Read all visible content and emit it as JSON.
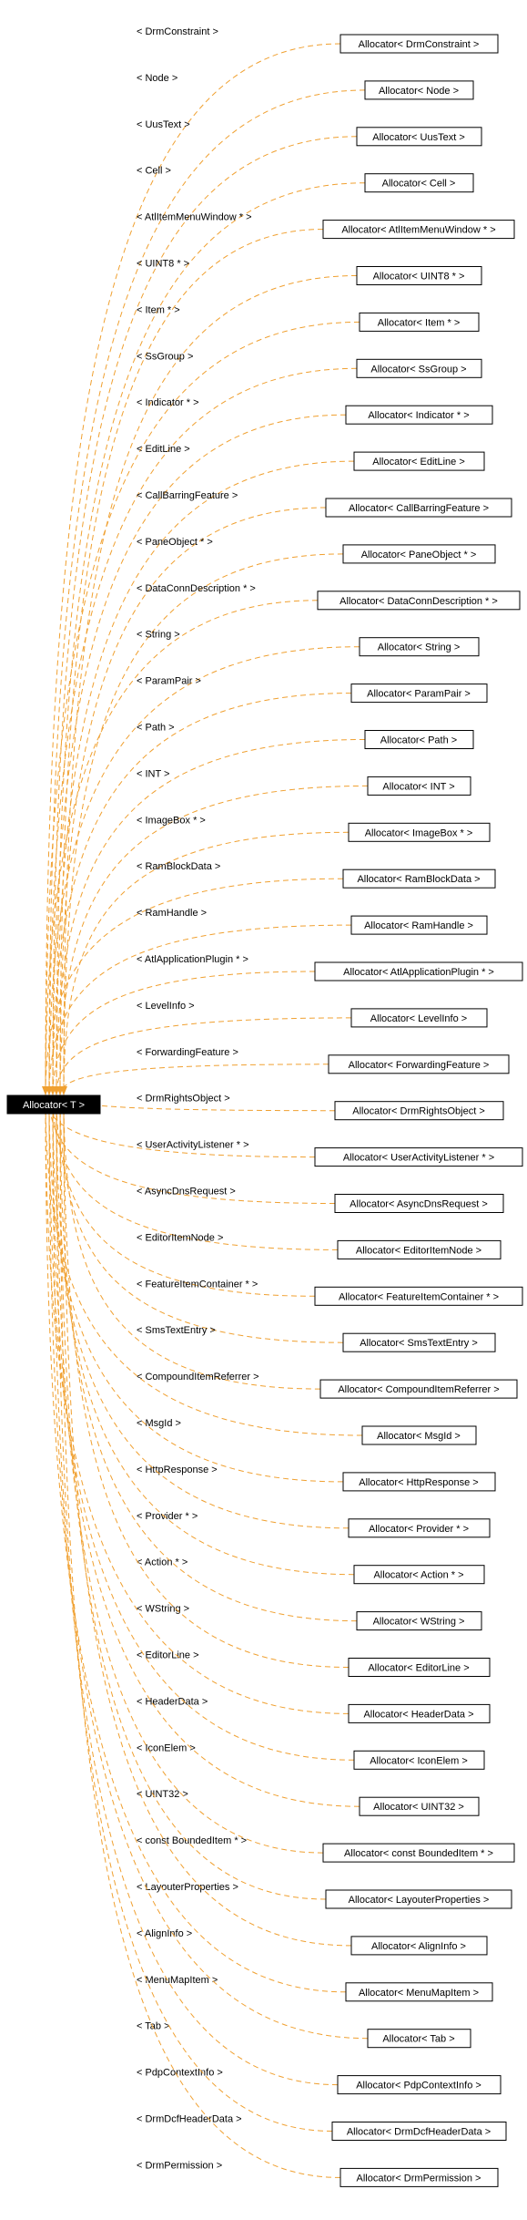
{
  "root": {
    "label": "Allocator< T >"
  },
  "colors": {
    "edge": "#f0a030",
    "root_fill": "#000000",
    "root_text": "#ffffff"
  },
  "nodes": [
    {
      "label": "Allocator< DrmConstraint >",
      "edge_label": "< DrmConstraint >"
    },
    {
      "label": "Allocator< Node >",
      "edge_label": "< Node >"
    },
    {
      "label": "Allocator< UusText >",
      "edge_label": "< UusText >"
    },
    {
      "label": "Allocator< Cell >",
      "edge_label": "< Cell >"
    },
    {
      "label": "Allocator< AtlItemMenuWindow * >",
      "edge_label": "< AtlItemMenuWindow * >"
    },
    {
      "label": "Allocator< UINT8 * >",
      "edge_label": "< UINT8 * >"
    },
    {
      "label": "Allocator< Item * >",
      "edge_label": "< Item * >"
    },
    {
      "label": "Allocator< SsGroup >",
      "edge_label": "< SsGroup >"
    },
    {
      "label": "Allocator< Indicator * >",
      "edge_label": "< Indicator * >"
    },
    {
      "label": "Allocator< EditLine >",
      "edge_label": "< EditLine >"
    },
    {
      "label": "Allocator< CallBarringFeature >",
      "edge_label": "< CallBarringFeature >"
    },
    {
      "label": "Allocator< PaneObject * >",
      "edge_label": "< PaneObject * >"
    },
    {
      "label": "Allocator< DataConnDescription * >",
      "edge_label": "< DataConnDescription * >"
    },
    {
      "label": "Allocator< String >",
      "edge_label": "< String >"
    },
    {
      "label": "Allocator< ParamPair >",
      "edge_label": "< ParamPair >"
    },
    {
      "label": "Allocator< Path >",
      "edge_label": "< Path >"
    },
    {
      "label": "Allocator< INT >",
      "edge_label": "< INT >"
    },
    {
      "label": "Allocator< ImageBox * >",
      "edge_label": "< ImageBox * >"
    },
    {
      "label": "Allocator< RamBlockData >",
      "edge_label": "< RamBlockData >"
    },
    {
      "label": "Allocator< RamHandle >",
      "edge_label": "< RamHandle >"
    },
    {
      "label": "Allocator< AtlApplicationPlugin * >",
      "edge_label": "< AtlApplicationPlugin * >"
    },
    {
      "label": "Allocator< LevelInfo >",
      "edge_label": "< LevelInfo >"
    },
    {
      "label": "Allocator< ForwardingFeature >",
      "edge_label": "< ForwardingFeature >"
    },
    {
      "label": "Allocator< DrmRightsObject >",
      "edge_label": "< DrmRightsObject >"
    },
    {
      "label": "Allocator< UserActivityListener * >",
      "edge_label": "< UserActivityListener * >"
    },
    {
      "label": "Allocator< AsyncDnsRequest >",
      "edge_label": "< AsyncDnsRequest >"
    },
    {
      "label": "Allocator< EditorItemNode >",
      "edge_label": "< EditorItemNode >"
    },
    {
      "label": "Allocator< FeatureItemContainer * >",
      "edge_label": "< FeatureItemContainer * >"
    },
    {
      "label": "Allocator< SmsTextEntry >",
      "edge_label": "< SmsTextEntry >"
    },
    {
      "label": "Allocator< CompoundItemReferrer >",
      "edge_label": "< CompoundItemReferrer >"
    },
    {
      "label": "Allocator< MsgId >",
      "edge_label": "< MsgId >"
    },
    {
      "label": "Allocator< HttpResponse >",
      "edge_label": "< HttpResponse >"
    },
    {
      "label": "Allocator< Provider * >",
      "edge_label": "< Provider * >"
    },
    {
      "label": "Allocator< Action * >",
      "edge_label": "< Action * >"
    },
    {
      "label": "Allocator< WString >",
      "edge_label": "< WString >"
    },
    {
      "label": "Allocator< EditorLine >",
      "edge_label": "< EditorLine >"
    },
    {
      "label": "Allocator< HeaderData >",
      "edge_label": "< HeaderData >"
    },
    {
      "label": "Allocator< IconElem >",
      "edge_label": "< IconElem >"
    },
    {
      "label": "Allocator< UINT32 >",
      "edge_label": "< UINT32 >"
    },
    {
      "label": "Allocator< const BoundedItem * >",
      "edge_label": "< const BoundedItem * >"
    },
    {
      "label": "Allocator< LayouterProperties >",
      "edge_label": "< LayouterProperties >"
    },
    {
      "label": "Allocator< AlignInfo >",
      "edge_label": "< AlignInfo >"
    },
    {
      "label": "Allocator< MenuMapItem >",
      "edge_label": "< MenuMapItem >"
    },
    {
      "label": "Allocator< Tab >",
      "edge_label": "< Tab >"
    },
    {
      "label": "Allocator< PdpContextInfo >",
      "edge_label": "< PdpContextInfo >"
    },
    {
      "label": "Allocator< DrmDcfHeaderData >",
      "edge_label": "< DrmDcfHeaderData >"
    },
    {
      "label": "Allocator< DrmPermission >",
      "edge_label": "< DrmPermission >"
    }
  ]
}
